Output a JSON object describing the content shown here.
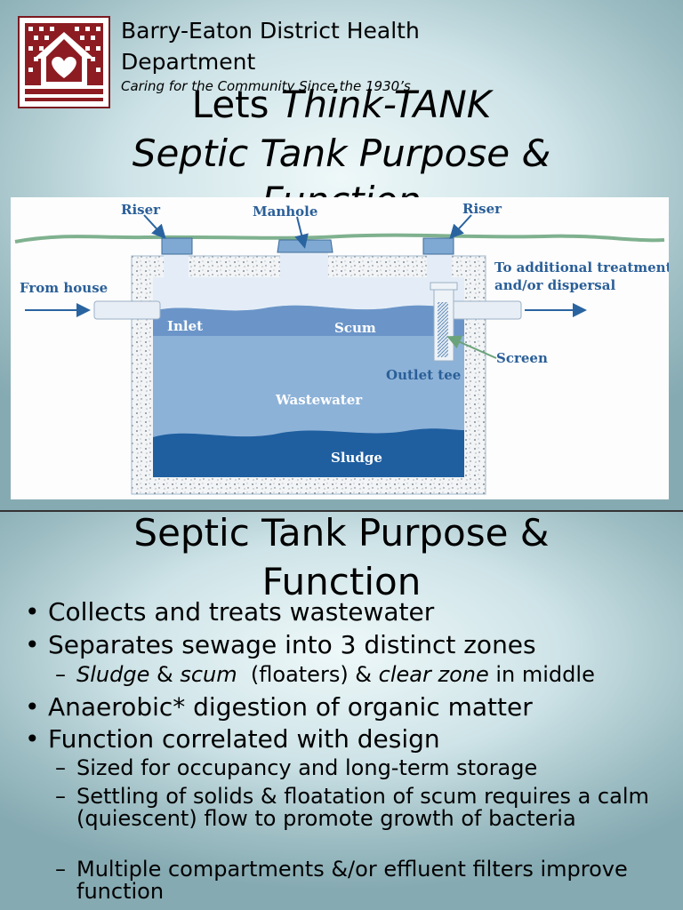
{
  "slide1": {
    "org_name_line1": "Barry-Eaton District Health",
    "org_name_line2": "Department",
    "tagline": "Caring for the Community Since the 1930’s",
    "title_line1_a": "Lets ",
    "title_line1_b": "Think-TANK",
    "title_line2": "Septic Tank Purpose &",
    "title_line3": "Function",
    "diagram": {
      "riser_left": "Riser",
      "manhole": "Manhole",
      "riser_right": "Riser",
      "from_house": "From house",
      "to_additional_1": "To additional treatment",
      "to_additional_2": "and/or dispersal",
      "inlet": "Inlet",
      "scum": "Scum",
      "outlet_tee": "Outlet tee",
      "screen": "Screen",
      "wastewater": "Wastewater",
      "sludge": "Sludge"
    }
  },
  "slide2": {
    "title_line1": "Septic Tank Purpose &",
    "title_line2": "Function",
    "bullet_symbol": "•",
    "dash_symbol": "–",
    "b1": "Collects and treats wastewater",
    "b2": "Separates sewage into 3 distinct zones",
    "s1_a": "Sludge",
    "s1_b": " & ",
    "s1_c": "scum",
    "s1_d": "  (floaters) & ",
    "s1_e": "clear zone",
    "s1_f": " in middle",
    "b3": "Anaerobic* digestion of organic matter",
    "b4": "Function correlated with design",
    "s2": "Sized for occupancy and long-term storage",
    "s3": "Settling of solids & floatation of scum requires a calm (quiescent) flow to promote growth of bacteria",
    "s4": "Multiple compartments &/or effluent filters improve function"
  }
}
